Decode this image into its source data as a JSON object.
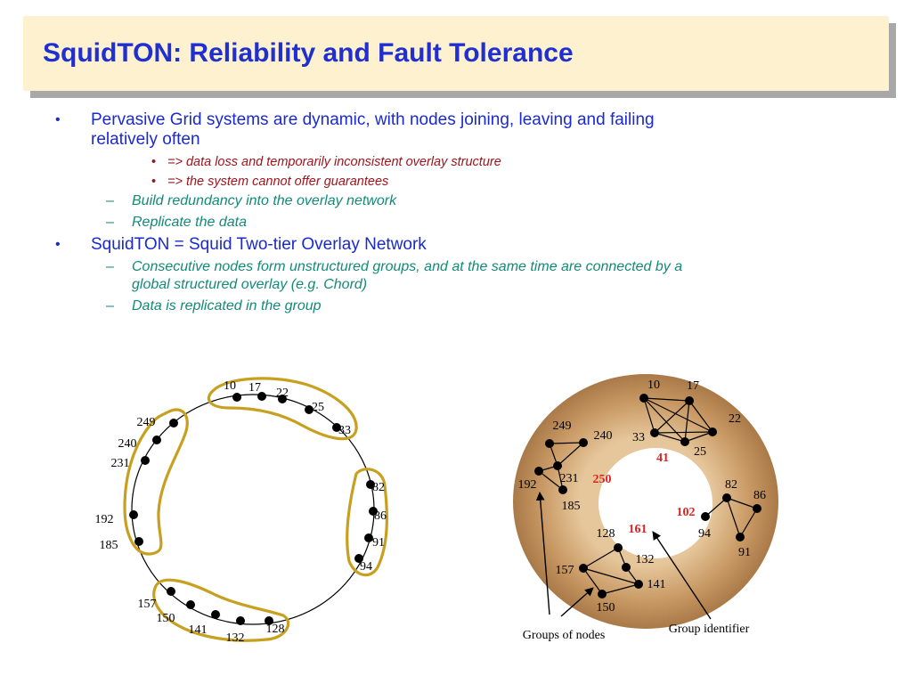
{
  "slide": {
    "title": "SquidTON: Reliability and Fault Tolerance",
    "bullets": [
      {
        "text": "Pervasive Grid systems are dynamic, with nodes joining, leaving and failing",
        "text2": "relatively often"
      },
      {
        "text": "=> data loss and temporarily inconsistent overlay structure"
      },
      {
        "text": "=> the system cannot offer guarantees"
      },
      {
        "text": "Build redundancy into the overlay network"
      },
      {
        "text": "Replicate the data"
      },
      {
        "text": "SquidTON = Squid Two-tier Overlay Network"
      },
      {
        "text": "Consecutive nodes form unstructured groups, and at the same time are connected by a",
        "text2": "global structured overlay (e.g. Chord)"
      },
      {
        "text": "Data is replicated in the group"
      }
    ],
    "bullet_glyph": "•",
    "dash_glyph": "–"
  },
  "left_diagram": {
    "nodes": [
      "10",
      "17",
      "22",
      "25",
      "33",
      "82",
      "86",
      "91",
      "94",
      "128",
      "132",
      "141",
      "150",
      "157",
      "185",
      "192",
      "231",
      "240",
      "249"
    ]
  },
  "right_diagram": {
    "nodes": [
      "10",
      "17",
      "22",
      "25",
      "33",
      "82",
      "86",
      "91",
      "94",
      "128",
      "132",
      "141",
      "150",
      "157",
      "185",
      "192",
      "231",
      "240",
      "249"
    ],
    "group_ids": [
      "41",
      "250",
      "102",
      "161"
    ],
    "label_groups": "Groups of nodes",
    "label_group_id": "Group identifier"
  },
  "colors": {
    "title": "#1f2fd0",
    "title_bg": "#fdf1cf",
    "level1": "#1a2acc",
    "level2": "#138a78",
    "level3": "#a0141c",
    "group_outline": "#c8a020",
    "group_id": "#e02020",
    "ring": "#c89a66"
  }
}
